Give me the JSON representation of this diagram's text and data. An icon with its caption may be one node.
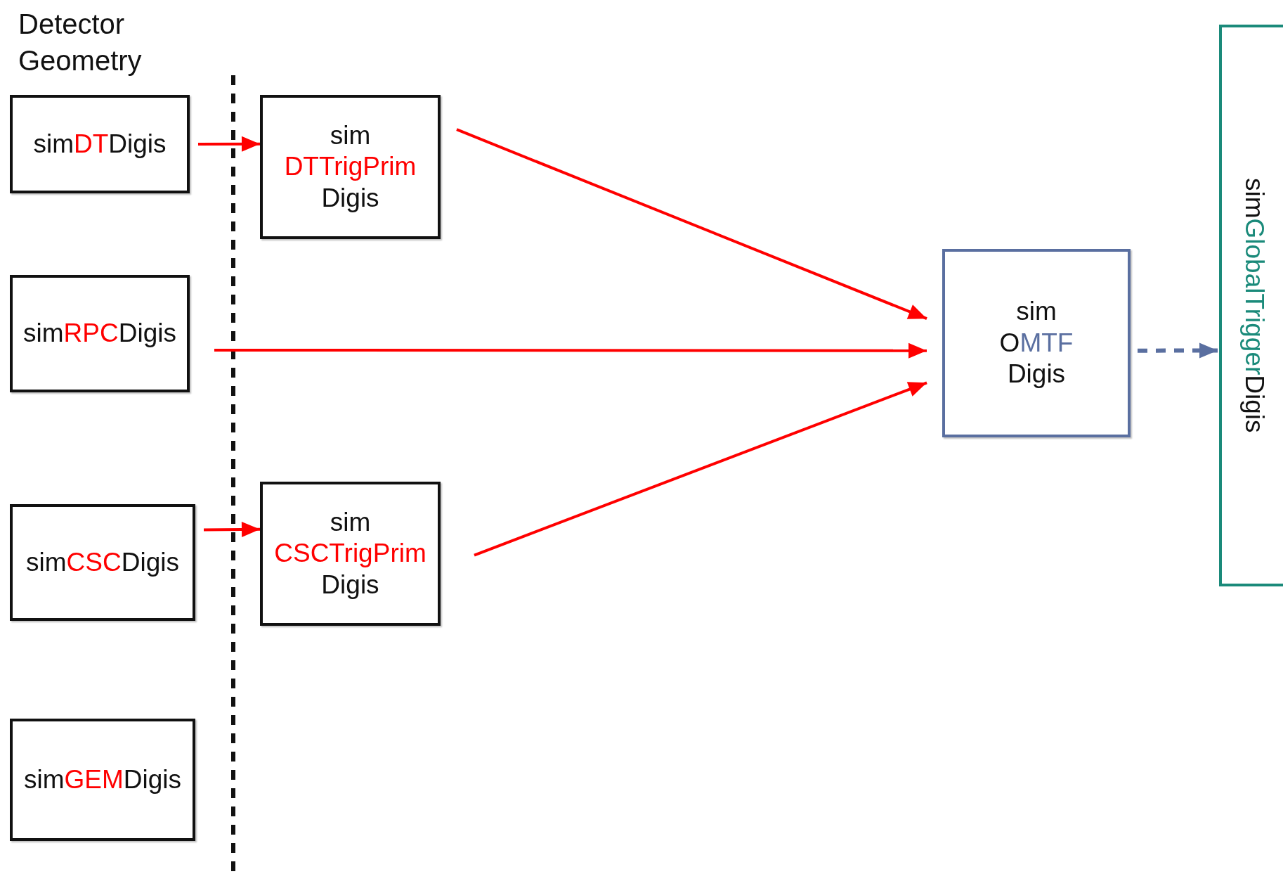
{
  "diagram": {
    "nodes": [
      {
        "text": [
          "sim**DT**Digis"
        ]
      },
      {
        "text": [
          "sim **DTTrigPrim** Digis"
        ]
      },
      {
        "text": [
          "sim**RPC**Digis"
        ]
      },
      {
        "text": [
          "sim O**MTF** Digis"
        ]
      },
      {
        "text": [
          "sim**CSC**Digis"
        ]
      },
      {
        "text": [
          "sim **CSCTrigPrim** Digis"
        ]
      },
      {
        "text": [
          "sim**GEM**Digis"
        ]
      },
      {
        "text": [
          "sim**GlobalTrigger**Digis"
        ]
      }
    ],
    "edges": [
      {
        "from": 0,
        "to": 1,
        "arrow": "to"
      },
      {
        "from": 1,
        "to": 3,
        "arrow": "to"
      },
      {
        "from": 2,
        "to": 3,
        "arrow": "to"
      },
      {
        "from": 5,
        "to": 3,
        "arrow": "to"
      },
      {
        "from": 4,
        "to": 5,
        "arrow": "to"
      },
      {
        "from": 3,
        "to": 7,
        "arrow": "to",
        "style": "dashed",
        "color": "#5a6fa0"
      }
    ],
    "labels": [
      "Detector Geometry"
    ]
  }
}
